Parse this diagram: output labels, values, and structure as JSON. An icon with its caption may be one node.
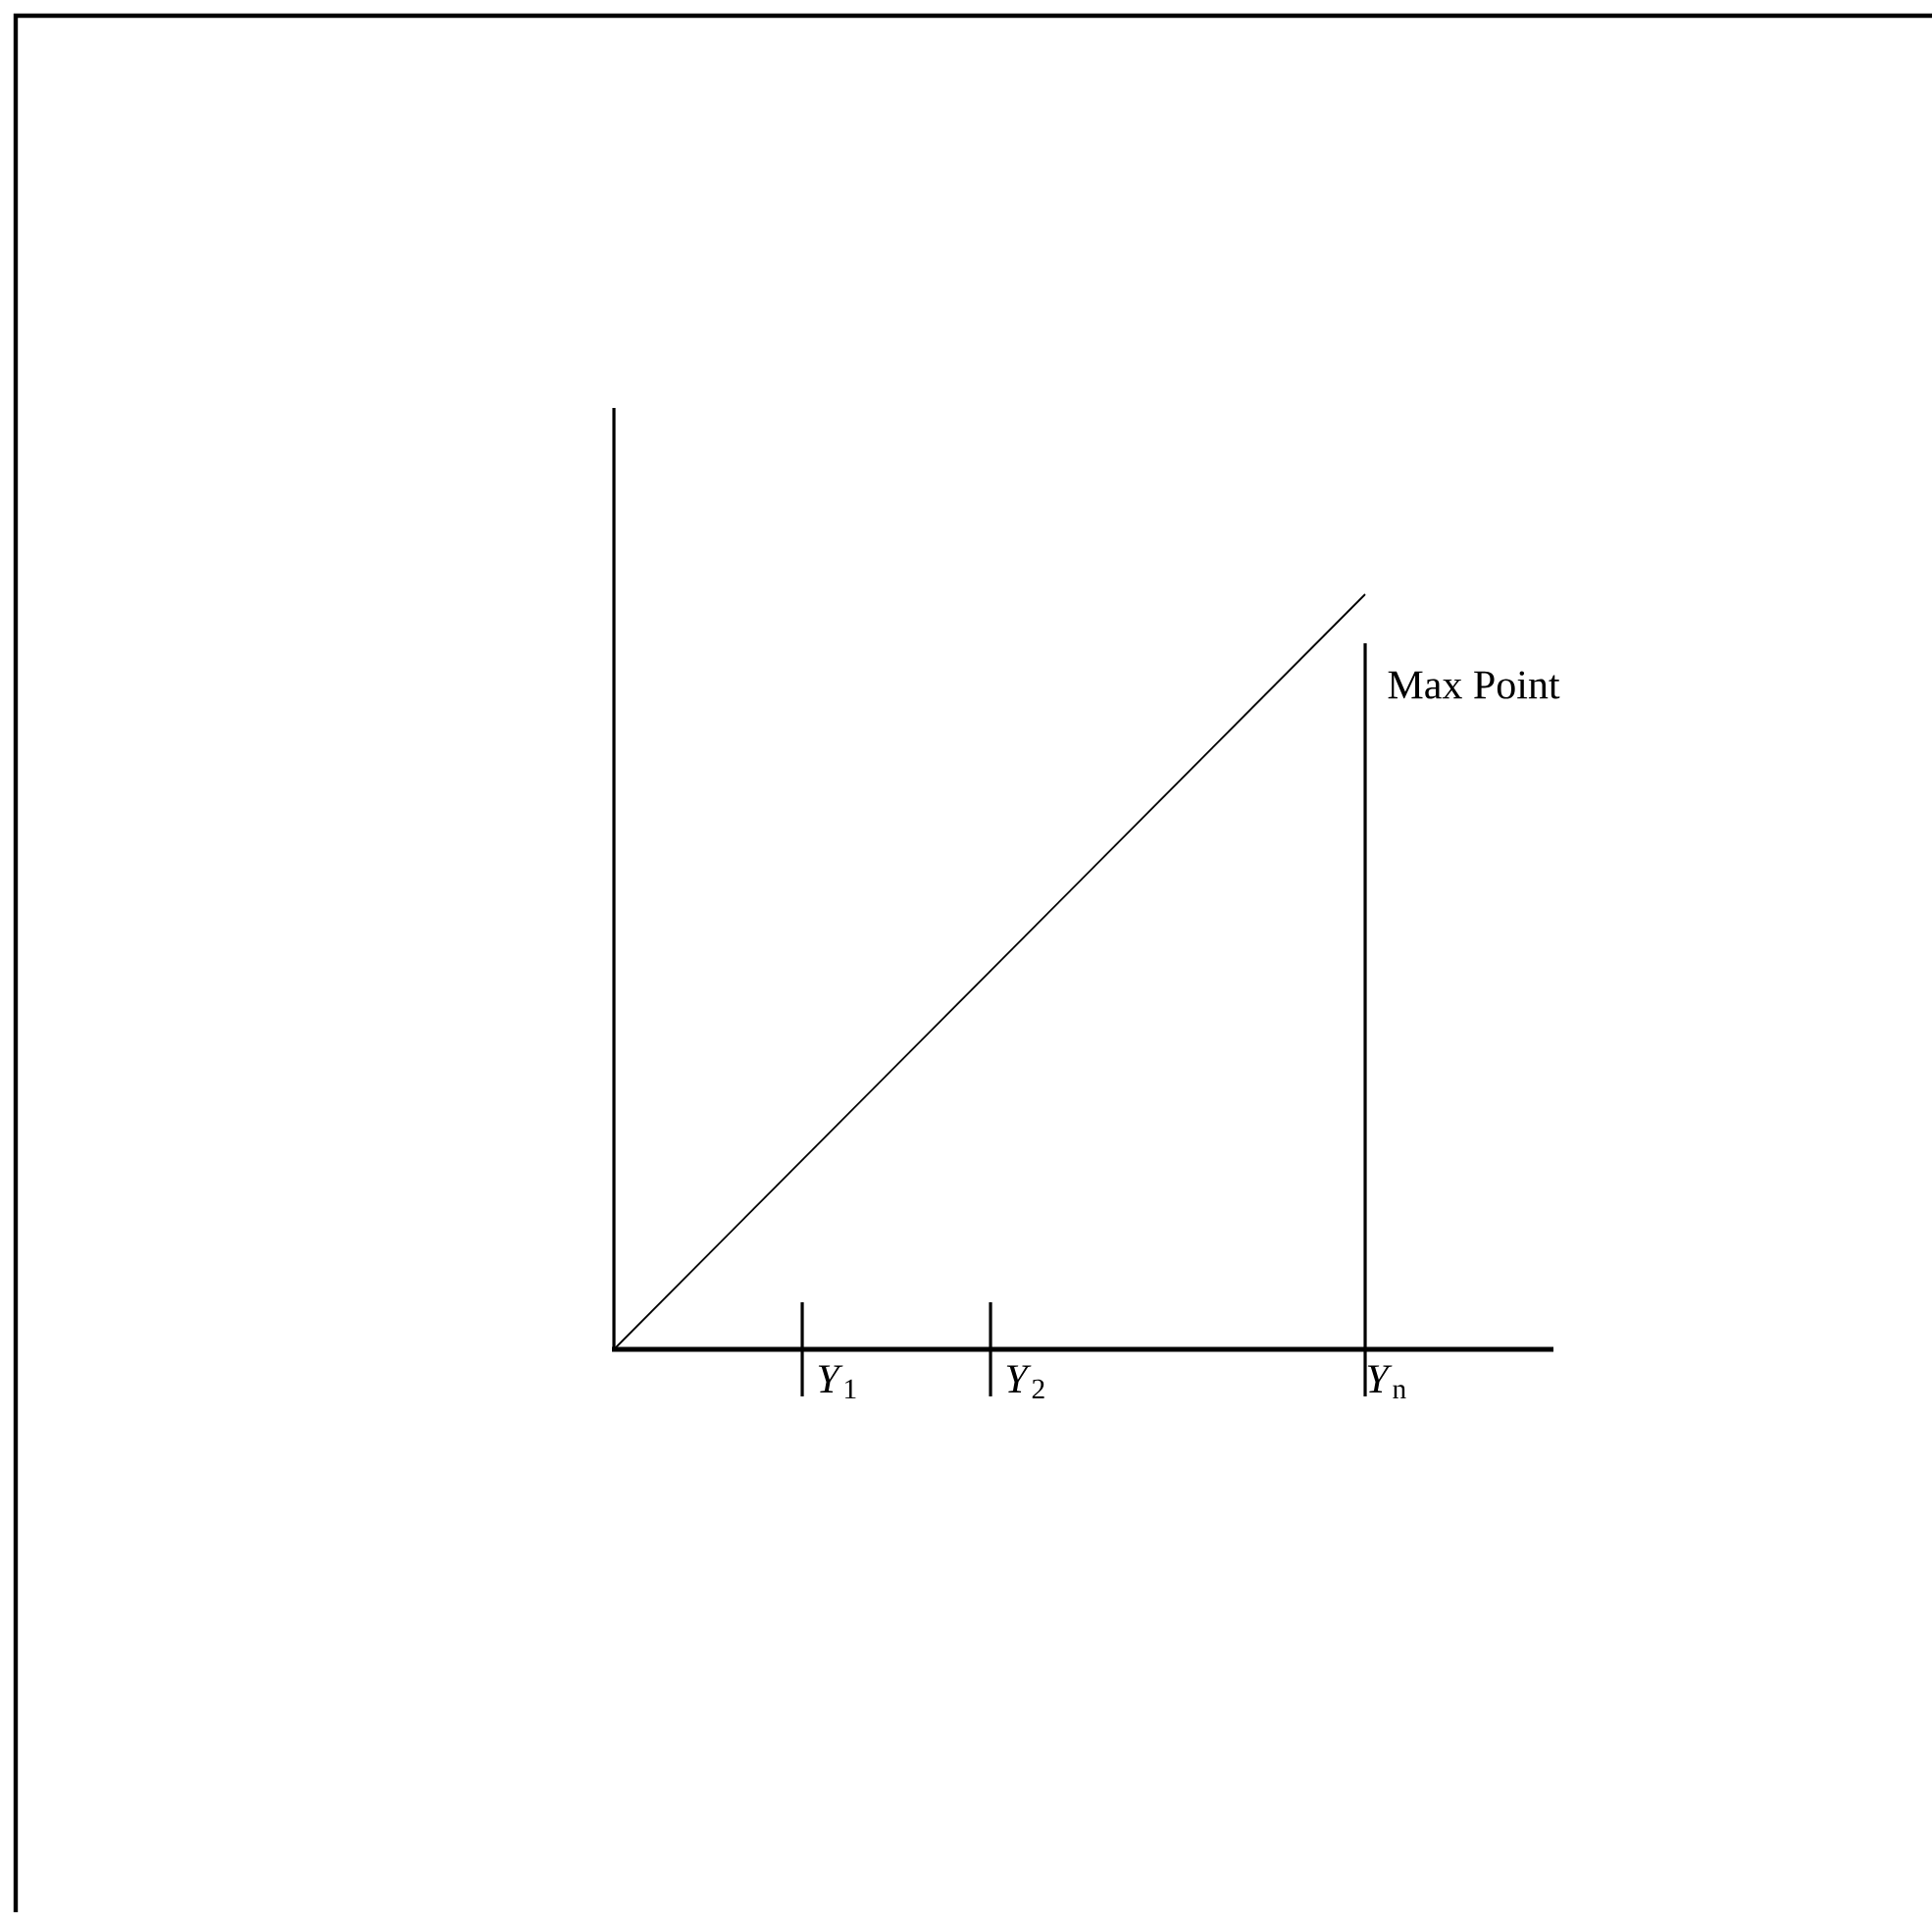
{
  "diagram": {
    "labels": [
      "Max Point",
      "*Y*$_{1}$",
      "*Y*$_{2}$",
      "*Y*$_{n}$"
    ]
  }
}
